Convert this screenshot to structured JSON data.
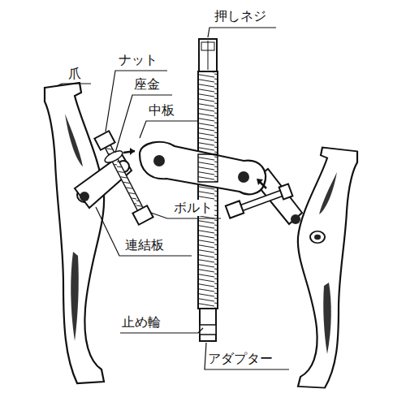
{
  "diagram": {
    "labels": [
      "押しネジ",
      "爪",
      "ナット",
      "座金",
      "中板",
      "ボルト",
      "連結板",
      "止め輪",
      "アダプター"
    ]
  }
}
